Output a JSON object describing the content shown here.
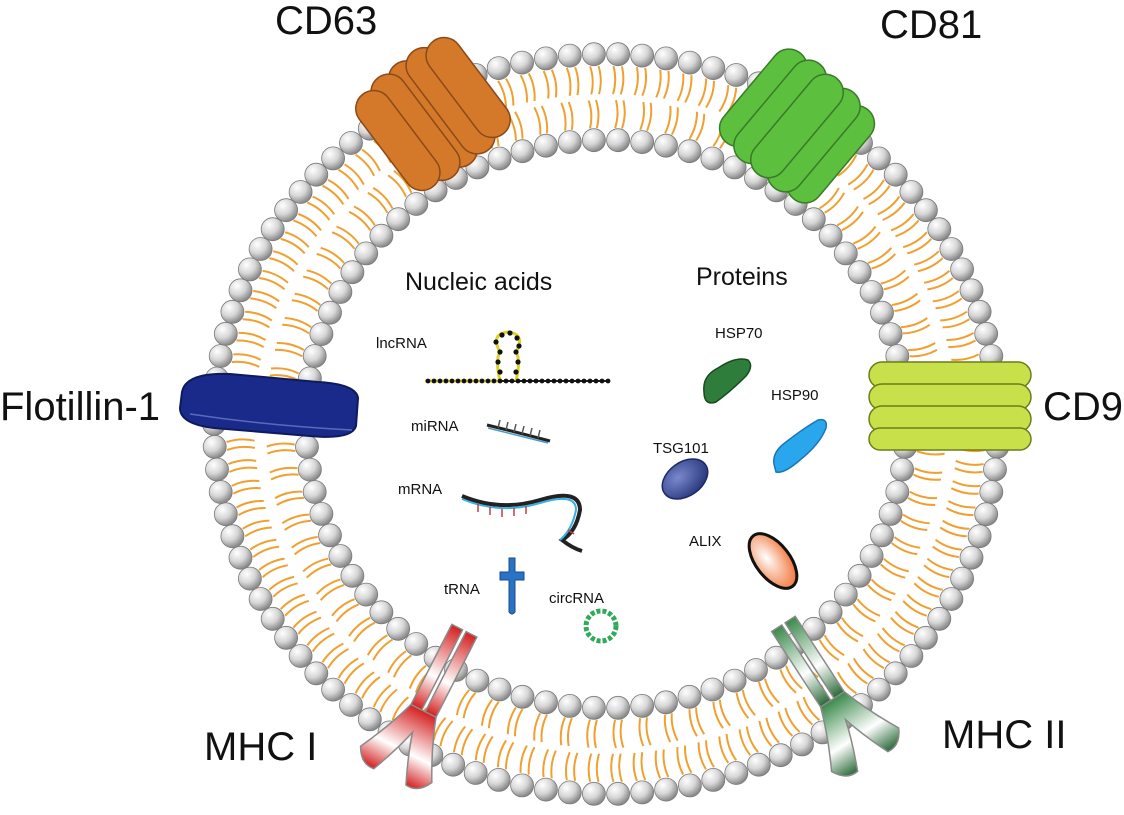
{
  "labels": {
    "cd63": "CD63",
    "cd81": "CD81",
    "flotillin": "Flotillin-1",
    "cd9": "CD9",
    "mhc1": "MHC I",
    "mhc2": "MHC II",
    "nucleic_acids": "Nucleic acids",
    "proteins": "Proteins",
    "lncrna": "lncRNA",
    "mirna": "miRNA",
    "mrna": "mRNA",
    "trna": "tRNA",
    "circrna": "circRNA",
    "hsp70": "HSP70",
    "hsp90": "HSP90",
    "tsg101": "TSG101",
    "alix": "ALIX"
  },
  "colors": {
    "bead": "#d2d2d2",
    "tail": "#f0a030",
    "cd63": "#d4782a",
    "cd81": "#5cbf3e",
    "flotillin": "#1a2a8a",
    "cd9": "#c8e04a",
    "mhc1": "#e03030",
    "mhc2": "#3a8a4a",
    "hsp70": "#2e7d3a",
    "hsp90": "#2aa6ec",
    "tsg101": "#3a4a9a",
    "alix": "#f07a3a",
    "trna": "#2a72c8",
    "circrna": "#2eaa5a"
  }
}
